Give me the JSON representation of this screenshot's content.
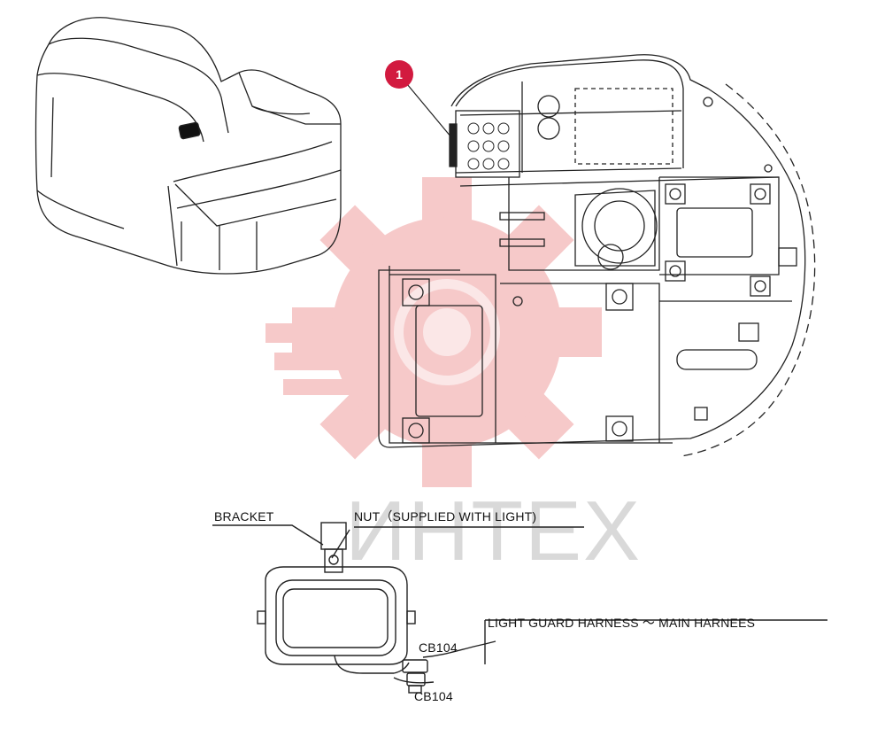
{
  "callout": {
    "number": "1",
    "color": "#d21a3f"
  },
  "watermark": {
    "text": "ИНТЕХ",
    "gear_color": "#f6c9c9",
    "text_color": "#d9d9d9"
  },
  "labels": {
    "bracket": "BRACKET",
    "nut": "NUT（SUPPLIED WITH LIGHT)",
    "harness": "LIGHT GUARD HARNESS ～ MAIN HARNEES",
    "connector_top": "CB104",
    "connector_bottom": "CB104"
  },
  "icons": [
    "gear-watermark-icon",
    "work-light-icon",
    "connector-icon"
  ]
}
